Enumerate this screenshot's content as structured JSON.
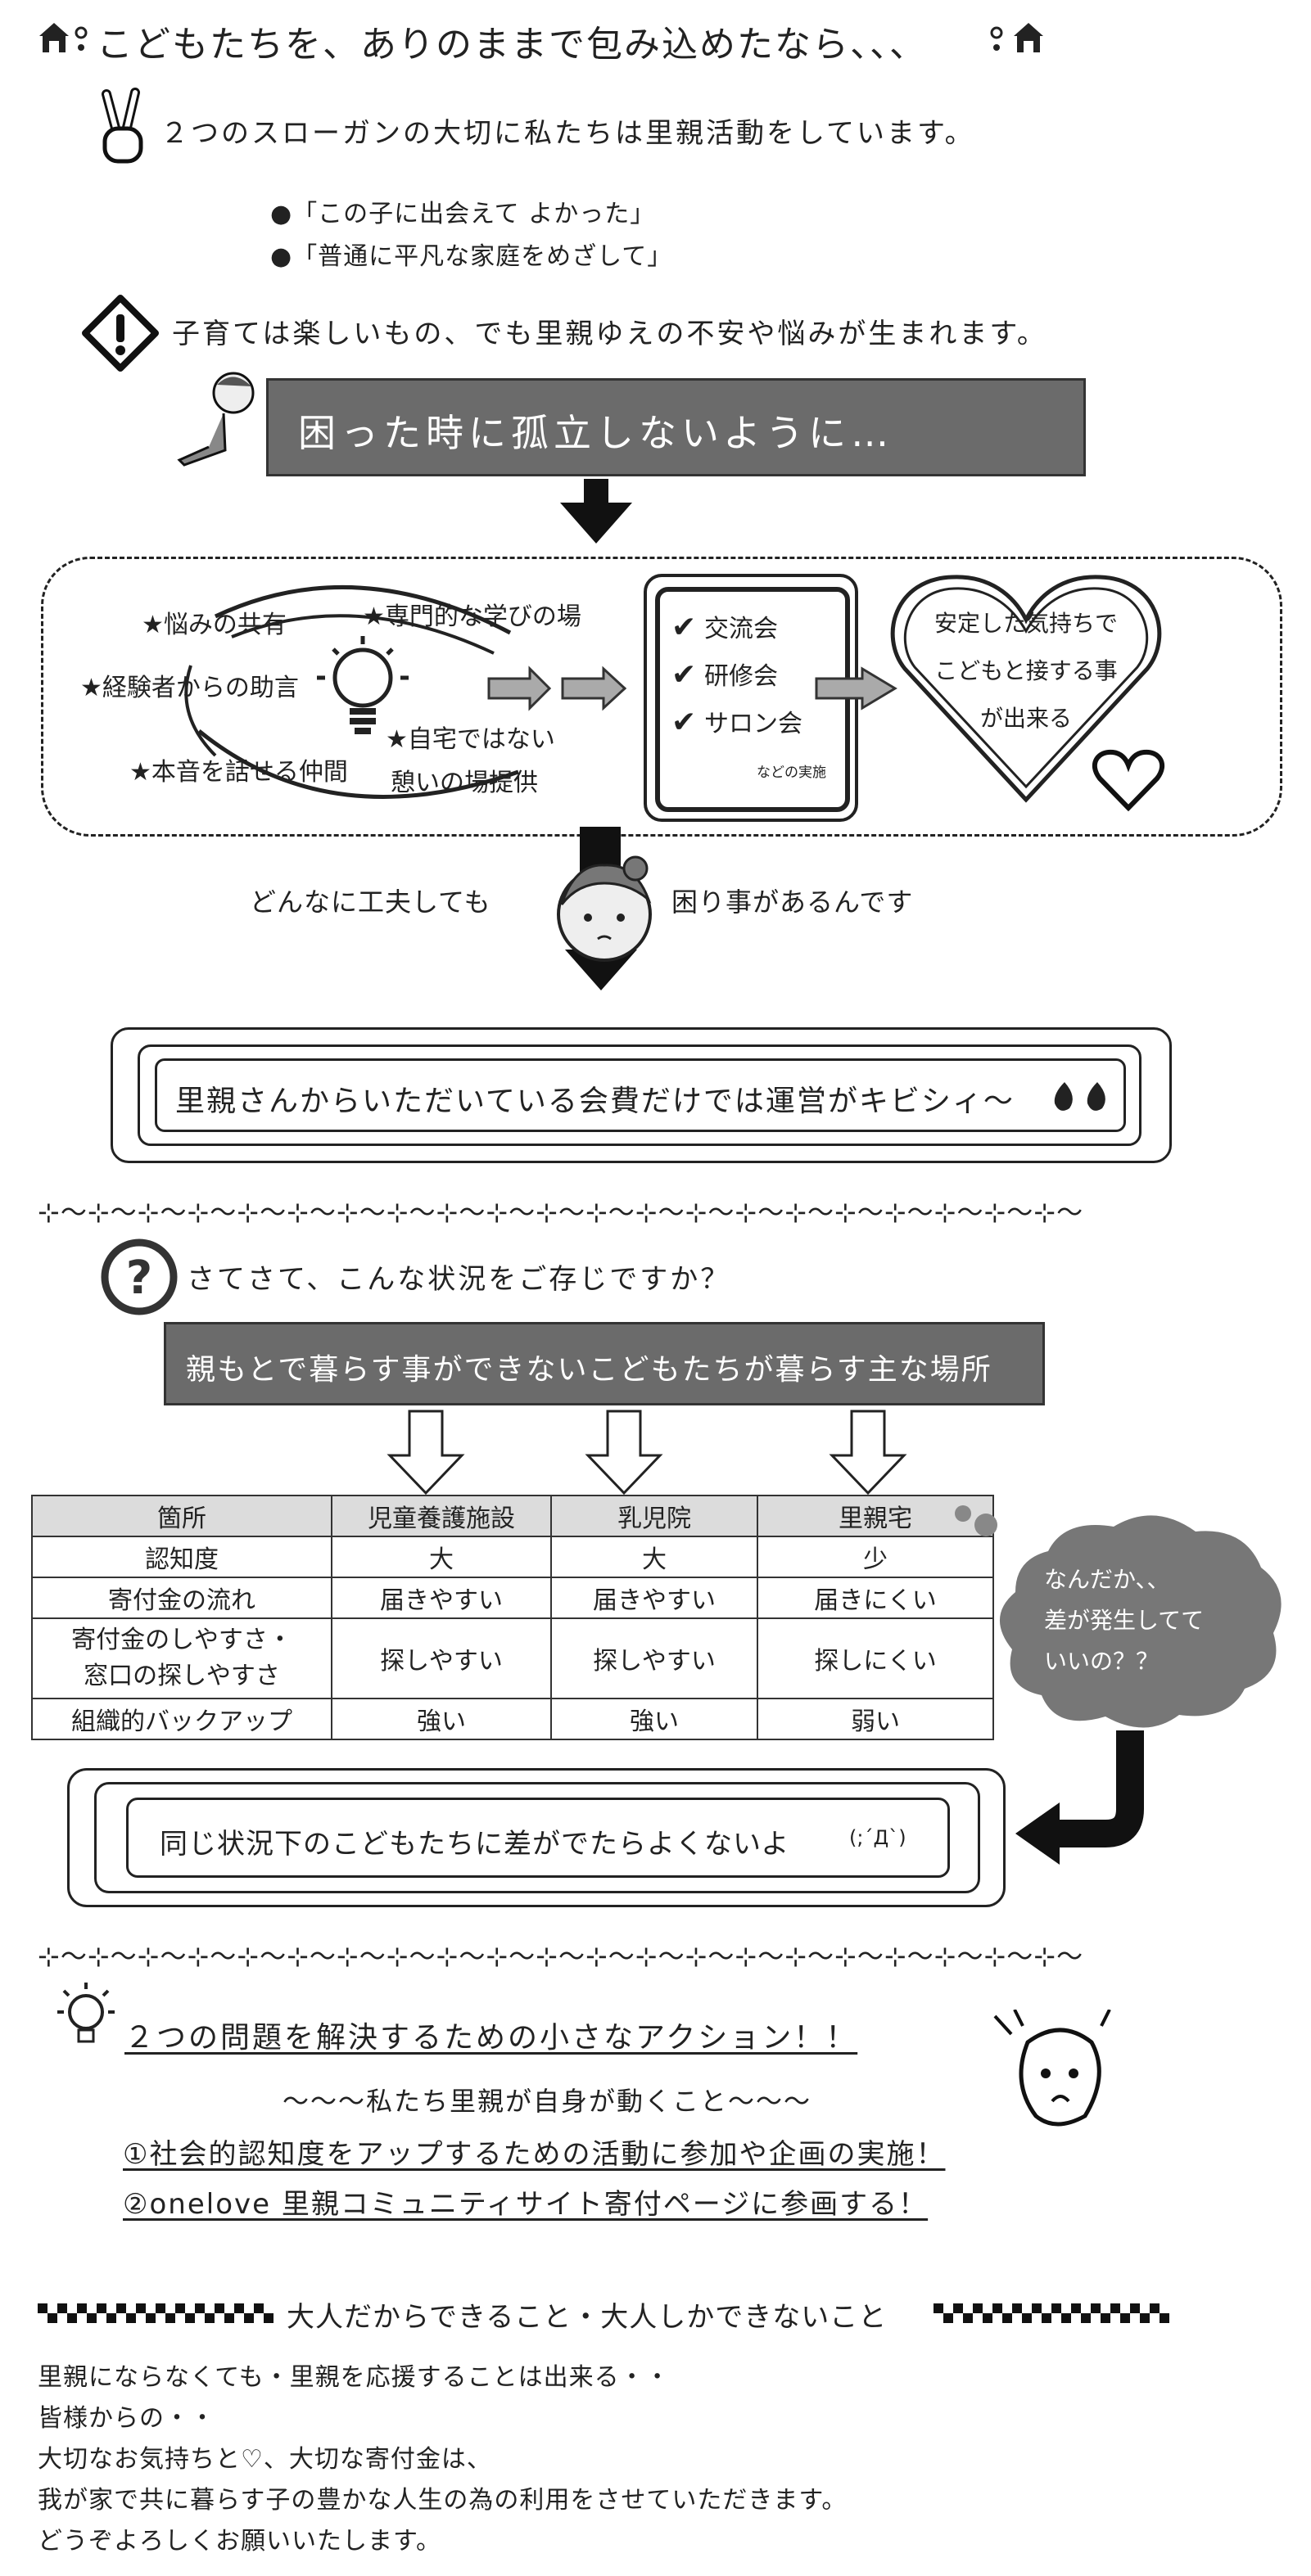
{
  "header": {
    "title": "こどもたちを、ありのままで包み込めたなら、、、"
  },
  "slogan": {
    "intro": "２つのスローガンの大切に私たちは里親活動をしています。",
    "items": [
      "「この子に出会えて よかった」",
      "「普通に平凡な家庭をめざして」"
    ]
  },
  "worry": {
    "text": "子育ては楽しいもの、でも里親ゆえの不安や悩みが生まれます。",
    "banner": "困った時に孤立しないように…"
  },
  "support": {
    "stars": [
      "★悩みの共有",
      "★専門的な学びの場",
      "★経験者からの助言",
      "★自宅ではない",
      "★本音を話せる仲間",
      "憩いの場提供"
    ],
    "activities": [
      "交流会",
      "研修会",
      "サロン会"
    ],
    "activities_note": "などの実施",
    "heart": [
      "安定した気持ちで",
      "こどもと接する事",
      "が出来る"
    ]
  },
  "trouble": {
    "left": "どんなに工夫しても",
    "right": "困り事があるんです",
    "box": "里親さんからいただいている会費だけでは運営がキビシィ～"
  },
  "divider": "⊹～⊹～⊹～⊹～⊹～⊹～⊹～⊹～⊹～⊹～⊹～⊹～⊹～⊹～⊹～⊹～⊹～⊹～⊹～⊹～⊹～",
  "situation": {
    "question": "さてさて、こんな状況をご存じですか？",
    "banner": "親もとで暮らす事ができないこどもたちが暮らす主な場所",
    "table": {
      "headers": [
        "箇所",
        "児童養護施設",
        "乳児院",
        "里親宅"
      ],
      "rows": [
        [
          "認知度",
          "大",
          "大",
          "少"
        ],
        [
          "寄付金の流れ",
          "届きやすい",
          "届きやすい",
          "届きにくい"
        ],
        [
          "寄付金のしやすさ・\n窓口の探しやすさ",
          "探しやすい",
          "探しやすい",
          "探しにくい"
        ],
        [
          "組織的バックアップ",
          "強い",
          "強い",
          "弱い"
        ]
      ]
    },
    "bubble": [
      "なんだか、、",
      "差が発生してて",
      "いいの？？"
    ],
    "box": "同じ状況下のこどもたちに差がでたらよくないよ",
    "face": "(;´Д`)"
  },
  "action": {
    "title": "２つの問題を解決するための小さなアクション！！",
    "subtitle": "～～～私たち里親が自身が動くこと～～～",
    "items": [
      "①社会的認知度をアップするための活動に参加や企画の実施！",
      "②onelove 里親コミュニティサイト寄付ページに参画する！"
    ]
  },
  "footer": {
    "heading": "大人だからできること・大人しかできないこと",
    "lines": [
      "里親にならなくても・里親を応援することは出来る・・",
      "皆様からの・・",
      "大切なお気持ちと♡、大切な寄付金は、",
      "我が家で共に暮らす子の豊かな人生の為の利用をさせていただきます。",
      "どうぞよろしくお願いいたします。"
    ]
  }
}
